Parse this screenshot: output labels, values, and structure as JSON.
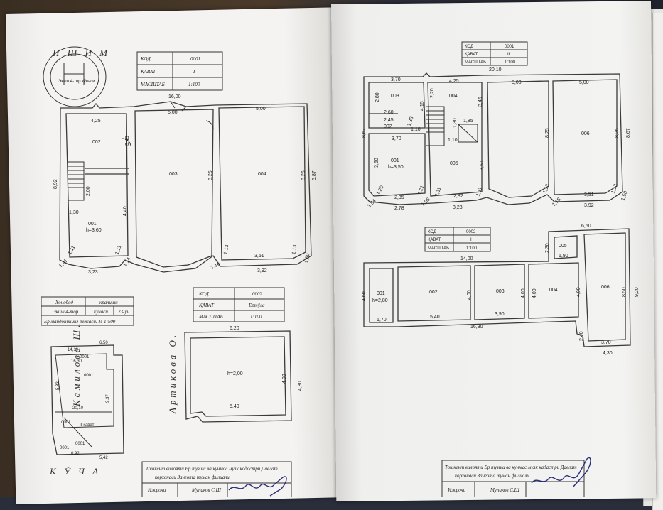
{
  "left_page": {
    "stamp": {
      "top": "И Ш И М",
      "bottom": "Экиш 4-тор кўчаси"
    },
    "table1": {
      "rows": [
        [
          "КОД",
          "0001"
        ],
        [
          "ҚАВАТ",
          "I"
        ],
        [
          "МАСШТАБ",
          "1:100"
        ]
      ]
    },
    "plan1": {
      "dims": [
        "16,00",
        "4,25",
        "5,00",
        "5,00",
        "3,45",
        "8,92",
        "8,25",
        "8,25",
        "5,87",
        "2,00",
        "1,30",
        "4,40",
        "1,11",
        "1,11",
        "1,41",
        "1,14",
        "3,23",
        "1,16",
        "3,51",
        "1,13",
        "1,13",
        "1,50",
        "3,92"
      ],
      "rooms": [
        "002",
        "003",
        "004",
        "001",
        "h=3,60"
      ]
    },
    "site_table": {
      "rows": [
        [
          "Хонобод",
          "кралиши"
        ],
        [
          "Экиш 4-тор",
          "кўчаси",
          "23-уй"
        ]
      ],
      "caption": "Ер майдонининг режаси. М 1:500"
    },
    "table2": {
      "rows": [
        [
          "КОД",
          "0002"
        ],
        [
          "ҚАВАТ",
          "Ертўла"
        ],
        [
          "МАСШТАБ",
          "1:100"
        ]
      ]
    },
    "plan2": {
      "dims": [
        "6,20",
        "4,00",
        "4,80",
        "5,40"
      ],
      "rooms": [
        "h=2,00"
      ]
    },
    "site": {
      "side_left": "Камилова Ш.",
      "side_right": "Артикова О.",
      "bottom": "К Ў Ч А",
      "dims": [
        "14,10",
        "6,50",
        "16,30",
        "20,10",
        "5,82",
        "9,37",
        "0,92",
        "5,42"
      ],
      "labels": [
        "0001",
        "0001",
        "0001",
        "II-қават",
        "0001",
        "0001"
      ]
    },
    "footer": {
      "line1": "Тошкент вилояти Ер тузиш ва кучмас мулк кадастри Давлат",
      "line2": "корхонаси Зангота туман филиали",
      "role": "Ижрочи",
      "name": "Мупаков С.Ш"
    }
  },
  "right_page": {
    "table1": {
      "rows": [
        [
          "КОД",
          "0001"
        ],
        [
          "ҚАВАТ",
          "II"
        ],
        [
          "МАСШТАБ",
          "1:100"
        ]
      ]
    },
    "plan1": {
      "dims": [
        "20,10",
        "3,70",
        "4,25",
        "5,00",
        "5,00",
        "2,80",
        "2,20",
        "4,15",
        "3,45",
        "2,60",
        "2,45",
        "1,35",
        "1,10",
        "1,30",
        "1,85",
        "1,10",
        "3,70",
        "3,60",
        "3,50",
        "8,67",
        "8,25",
        "8,25",
        "8,67",
        "1,20",
        "2,35",
        "1,21",
        "1,11",
        "2,82",
        "1,11",
        "1,13",
        "3,51",
        "1,13",
        "1,54",
        "2,78",
        "1,06",
        "3,23",
        "1,18",
        "3,92",
        "1,50"
      ],
      "rooms": [
        "003",
        "004",
        "002",
        "001",
        "h=3,50",
        "005",
        "006"
      ]
    },
    "table2": {
      "rows": [
        [
          "КОД",
          "0002"
        ],
        [
          "ҚАВАТ",
          "I"
        ],
        [
          "МАСШТАБ",
          "1:100"
        ]
      ]
    },
    "plan2": {
      "dims": [
        "6,50",
        "2,30",
        "14,00",
        "1,90",
        "4,60",
        "4,00",
        "4,00",
        "4,00",
        "4,00",
        "8,50",
        "9,20",
        "1,70",
        "5,40",
        "3,90",
        "16,30",
        "2,40",
        "3,70",
        "4,30"
      ],
      "rooms": [
        "001",
        "h=2,80",
        "002",
        "003",
        "004",
        "005",
        "006"
      ]
    },
    "footer": {
      "line1": "Тошкент вилояти Ер тузиш ва кучмас мулк кадастри Давлат",
      "line2": "корхонаси Зангота туман филиали",
      "role": "Ижрочи",
      "name": "Мупаков С.Ш"
    }
  }
}
